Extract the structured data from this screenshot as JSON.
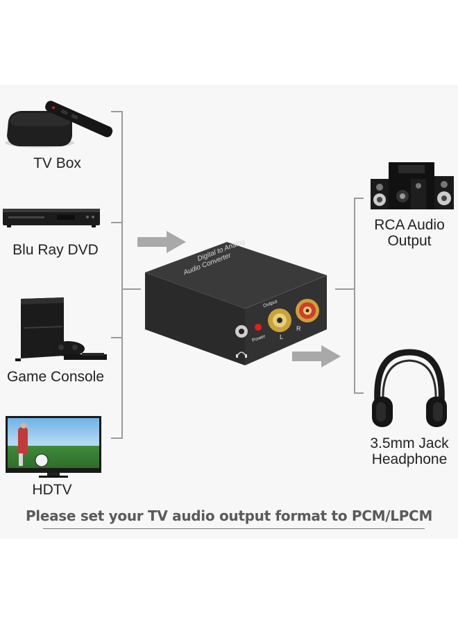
{
  "inputs": [
    {
      "label": "TV Box",
      "icon": "tv-box-icon"
    },
    {
      "label": "Blu Ray DVD",
      "icon": "bluray-player-icon"
    },
    {
      "label": "Game Console",
      "icon": "game-console-icon"
    },
    {
      "label": "HDTV",
      "icon": "hdtv-icon"
    }
  ],
  "converter": {
    "title_line1": "Digital to Analog",
    "title_line2": "Audio Converter",
    "output_label": "Output",
    "power_label": "Power",
    "left_label": "L",
    "right_label": "R"
  },
  "outputs": [
    {
      "label_line1": "RCA Audio",
      "label_line2": "Output",
      "icon": "speakers-icon"
    },
    {
      "label_line1": "3.5mm Jack",
      "label_line2": "Headphone",
      "icon": "headphones-icon"
    }
  ],
  "footer": {
    "note": "Please set your TV audio output format to PCM/LPCM"
  },
  "colors": {
    "line": "#9a9a9a",
    "arrow": "#a9a9a9",
    "device": "#2b2b2b",
    "gold": "#c9a23a",
    "red_led": "#e0201a"
  }
}
